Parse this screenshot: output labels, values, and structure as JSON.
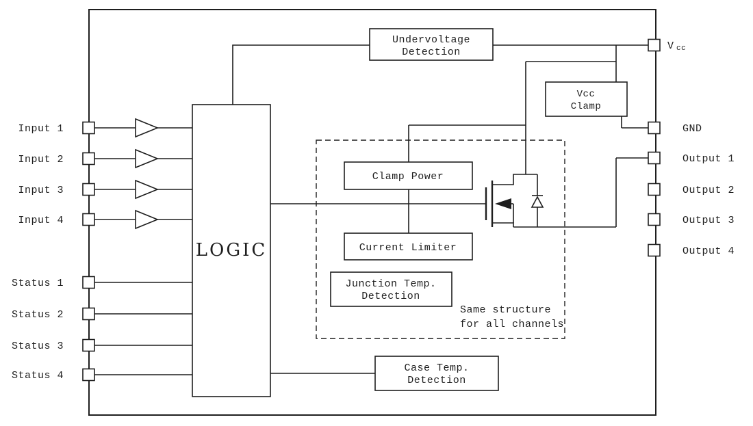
{
  "diagram": {
    "pins": {
      "left": [
        {
          "label": "Input 1"
        },
        {
          "label": "Input 2"
        },
        {
          "label": "Input 3"
        },
        {
          "label": "Input 4"
        },
        {
          "label": "Status 1"
        },
        {
          "label": "Status 2"
        },
        {
          "label": "Status 3"
        },
        {
          "label": "Status 4"
        }
      ],
      "right": [
        {
          "label_v": "V",
          "label_sub": "cc"
        },
        {
          "label": "GND"
        },
        {
          "label": "Output 1"
        },
        {
          "label": "Output 2"
        },
        {
          "label": "Output 3"
        },
        {
          "label": "Output 4"
        }
      ]
    },
    "blocks": {
      "undervoltage_detection": {
        "line1": "Undervoltage",
        "line2": "Detection"
      },
      "vcc_clamp": {
        "line1": "Vcc",
        "line2": "Clamp"
      },
      "logic": {
        "label": "LOGIC"
      },
      "clamp_power": {
        "label": "Clamp Power"
      },
      "current_limiter": {
        "label": "Current Limiter"
      },
      "junction_temp_detection": {
        "line1": "Junction Temp.",
        "line2": "Detection"
      },
      "case_temp_detection": {
        "line1": "Case Temp.",
        "line2": "Detection"
      }
    },
    "annotations": {
      "same_structure_line1": "Same structure",
      "same_structure_line2": "for all channels"
    },
    "colors": {
      "line": "#1e1e1e",
      "background": "#ffffff"
    }
  }
}
